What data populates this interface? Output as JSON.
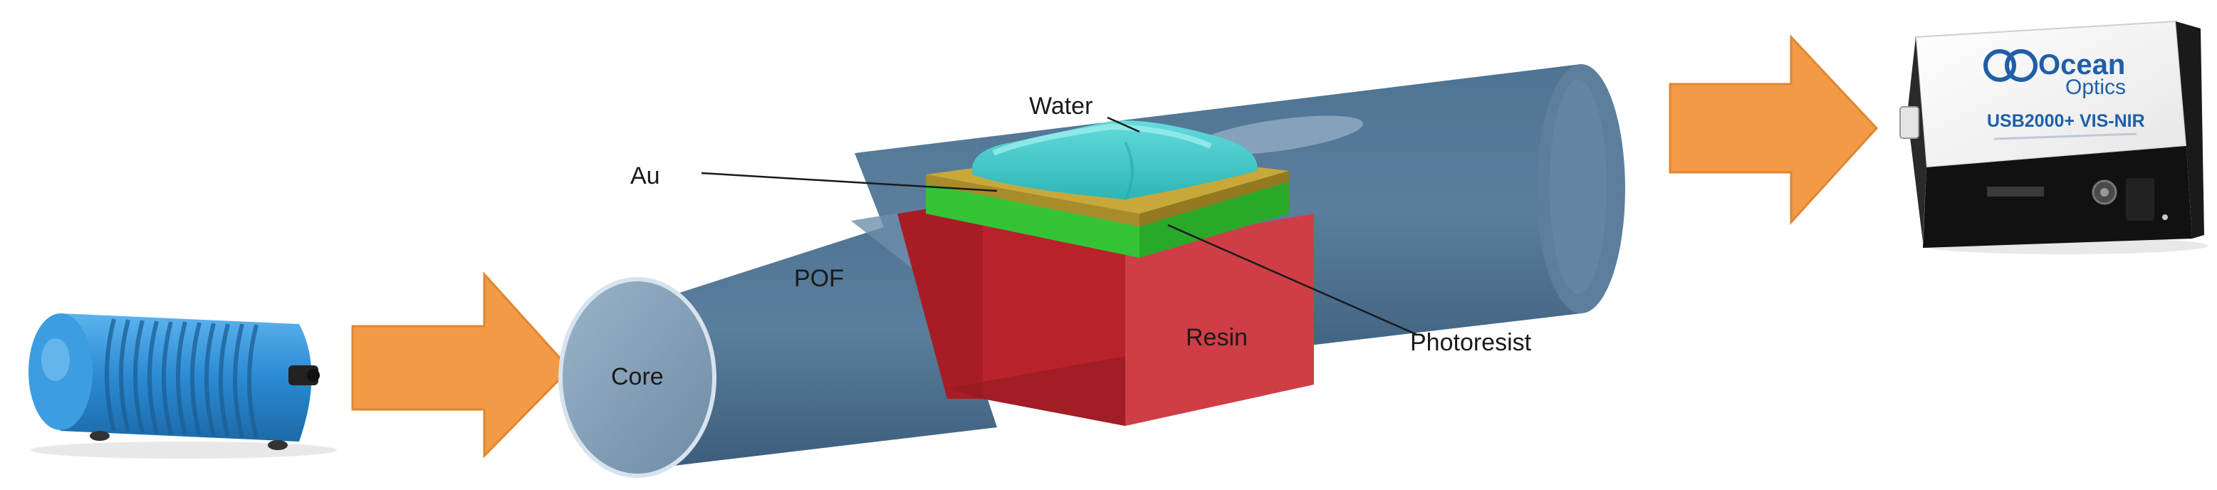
{
  "labels": {
    "water": "Water",
    "au": "Au",
    "pof": "POF",
    "core": "Core",
    "resin": "Resin",
    "photoresist": "Photoresist"
  },
  "spectrometer": {
    "brand_line1": "Ocean",
    "brand_line2": "Optics",
    "model": "USB2000+ VIS-NIR"
  },
  "colors": {
    "fiber": "#4a6e8e",
    "core": "#7d9ab4",
    "resin": "#c62a32",
    "photoresist": "#3fcf3f",
    "gold": "#c8a83a",
    "water": "#3cc9c9",
    "arrow": "#f39a47",
    "light_source": "#2f8fd6"
  },
  "icons": {
    "light_source": "light-source-icon",
    "spectrometer": "spectrometer-icon",
    "arrow": "arrow-right-icon"
  }
}
